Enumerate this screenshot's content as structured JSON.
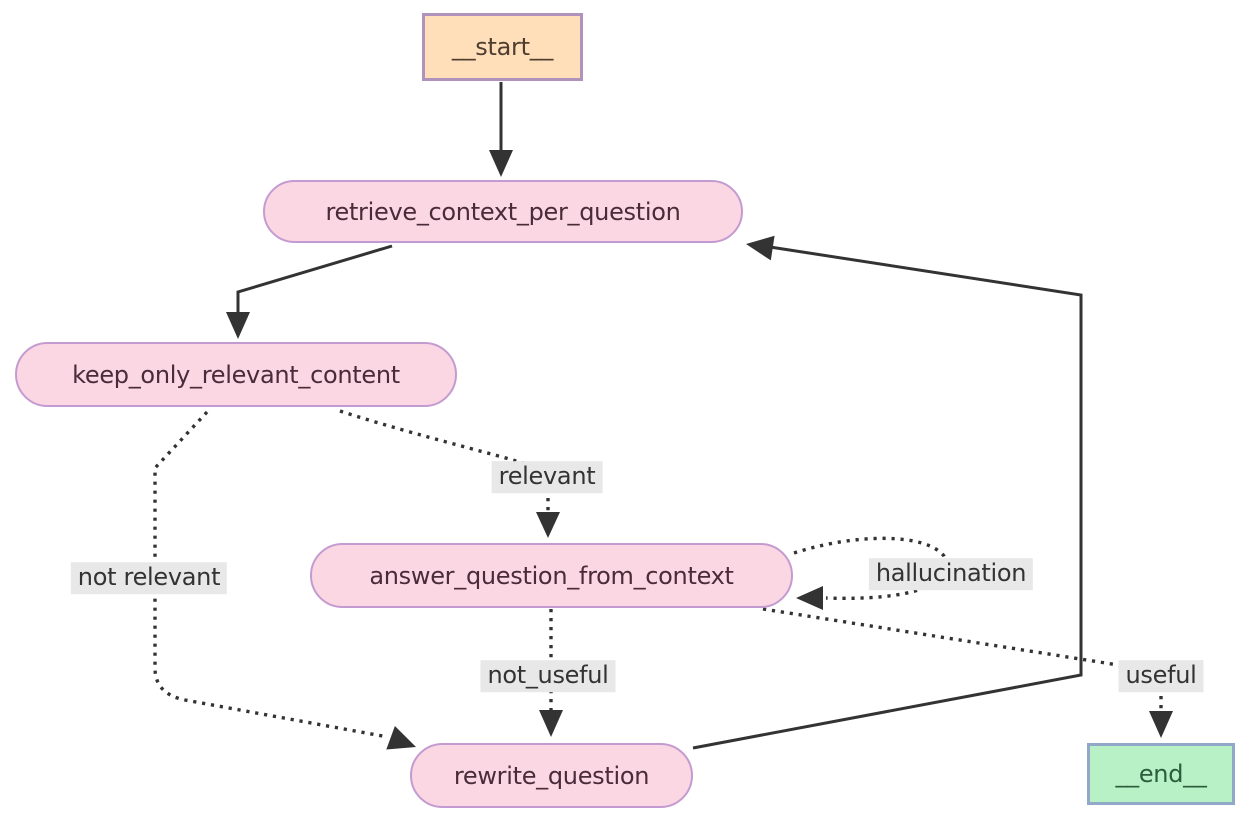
{
  "diagram": {
    "type": "flowchart",
    "background": "#ffffff",
    "edge_color": "#333333",
    "edge_label_bg": "#e8e8e8",
    "nodes": [
      {
        "id": "start",
        "label": "__start__",
        "shape": "rect",
        "fill": "#ffdfba",
        "border": "#b093bd",
        "text_color": "#4f3d30"
      },
      {
        "id": "retrieve_context_per_question",
        "label": "retrieve_context_per_question",
        "shape": "stadium",
        "fill": "#fad7e3",
        "border": "#c49bd1",
        "text_color": "#4a2b39"
      },
      {
        "id": "keep_only_relevant_content",
        "label": "keep_only_relevant_content",
        "shape": "stadium",
        "fill": "#fad7e3",
        "border": "#c49bd1",
        "text_color": "#4a2b39"
      },
      {
        "id": "answer_question_from_context",
        "label": "answer_question_from_context",
        "shape": "stadium",
        "fill": "#fad7e3",
        "border": "#c49bd1",
        "text_color": "#4a2b39"
      },
      {
        "id": "rewrite_question",
        "label": "rewrite_question",
        "shape": "stadium",
        "fill": "#fad7e3",
        "border": "#c49bd1",
        "text_color": "#4a2b39"
      },
      {
        "id": "end",
        "label": "__end__",
        "shape": "rect",
        "fill": "#b8f1c5",
        "border": "#92a8c8",
        "text_color": "#2b5c3c"
      }
    ],
    "edges": [
      {
        "from": "start",
        "to": "retrieve_context_per_question",
        "style": "solid",
        "label": ""
      },
      {
        "from": "retrieve_context_per_question",
        "to": "keep_only_relevant_content",
        "style": "solid",
        "label": ""
      },
      {
        "from": "keep_only_relevant_content",
        "to": "answer_question_from_context",
        "style": "dotted",
        "label": "relevant"
      },
      {
        "from": "keep_only_relevant_content",
        "to": "rewrite_question",
        "style": "dotted",
        "label": "not relevant"
      },
      {
        "from": "answer_question_from_context",
        "to": "answer_question_from_context",
        "style": "dotted",
        "label": "hallucination"
      },
      {
        "from": "answer_question_from_context",
        "to": "rewrite_question",
        "style": "dotted",
        "label": "not_useful"
      },
      {
        "from": "answer_question_from_context",
        "to": "end",
        "style": "dotted",
        "label": "useful"
      },
      {
        "from": "rewrite_question",
        "to": "retrieve_context_per_question",
        "style": "solid",
        "label": ""
      }
    ]
  }
}
